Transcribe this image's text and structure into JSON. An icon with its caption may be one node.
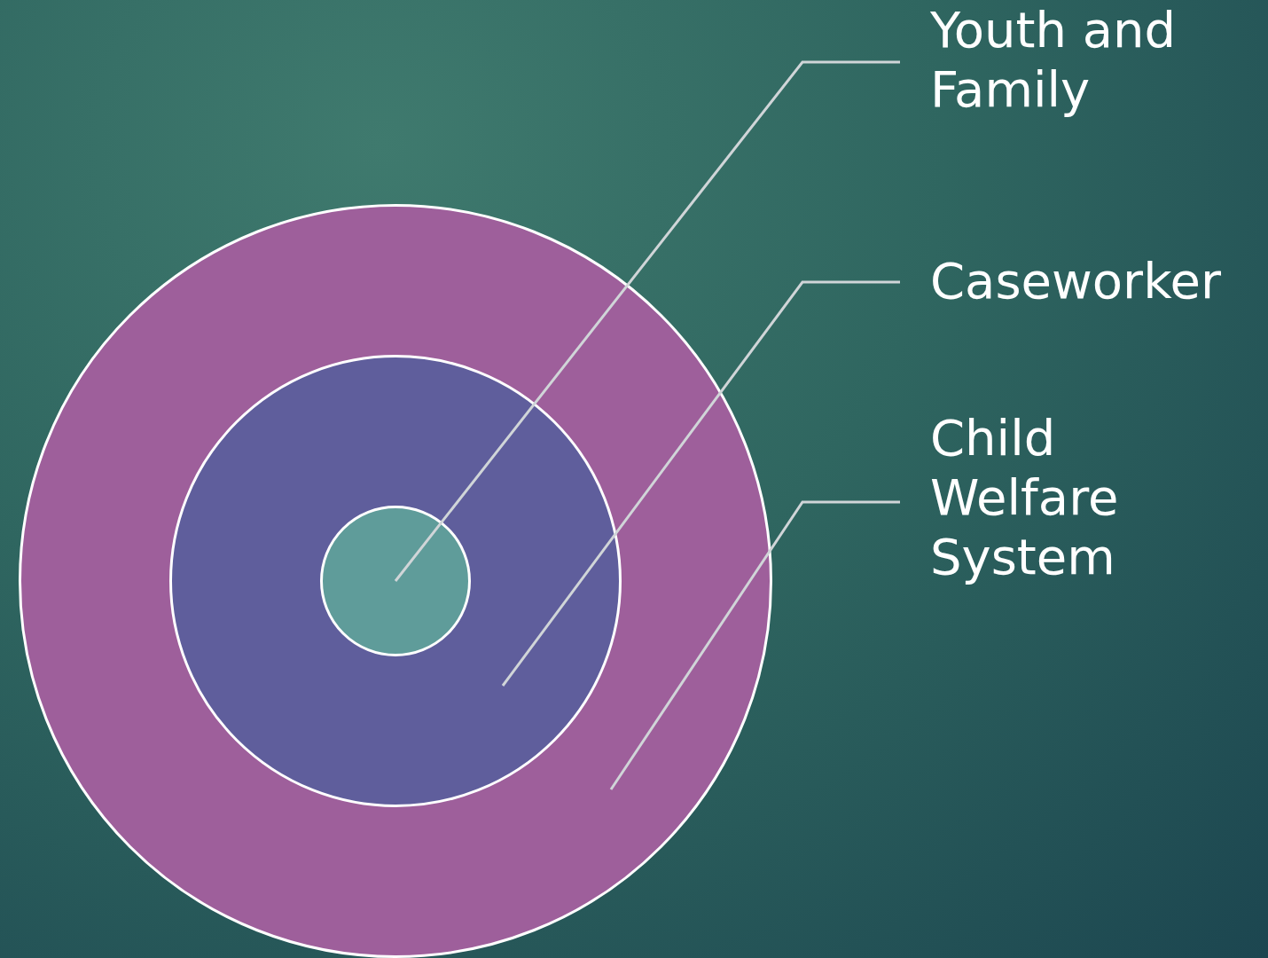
{
  "diagram": {
    "nodes": [
      {
        "text": [],
        "shape": "circle"
      },
      {
        "text": [],
        "shape": "circle",
        "in": 0
      },
      {
        "text": [],
        "shape": "circle",
        "in": 1
      },
      {
        "text": [
          "Youth and Family"
        ]
      },
      {
        "text": [
          "Caseworker"
        ]
      },
      {
        "text": [
          "Child Welfare System"
        ]
      }
    ],
    "edges": [
      {
        "from": 3,
        "to": 2,
        "arrow": "none"
      },
      {
        "from": 4,
        "to": 1,
        "arrow": "none"
      },
      {
        "from": 5,
        "to": 0,
        "arrow": "none"
      }
    ]
  }
}
